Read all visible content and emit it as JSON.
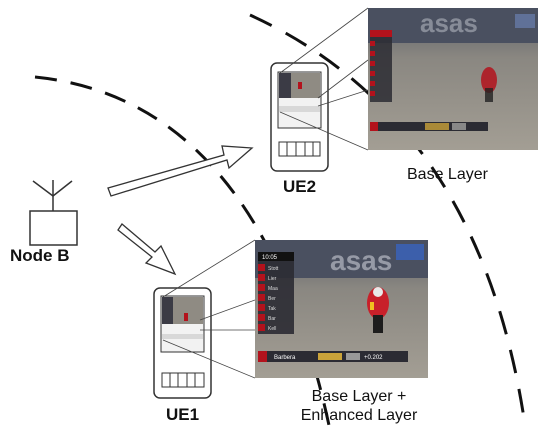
{
  "labels": {
    "node_b": "Node B",
    "ue1": "UE1",
    "ue2": "UE2",
    "base_layer": "Base Layer",
    "base_enhanced_line1": "Base Layer +",
    "base_enhanced_line2": "Enhanced Layer"
  },
  "video_overlay": {
    "clock": "10:05",
    "leader_name": "Barbera",
    "leader_gap": "+0.202",
    "rider_rows": [
      "Stott",
      "Lier",
      "Maa",
      "Ber",
      "Tak",
      "Bar",
      "Kell"
    ]
  },
  "colors": {
    "track": "#8e8a82",
    "bike": "#c8202a",
    "overlay_dark": "#2b2b33",
    "overlay_red": "#b3121c",
    "sky": "#4a5060"
  }
}
